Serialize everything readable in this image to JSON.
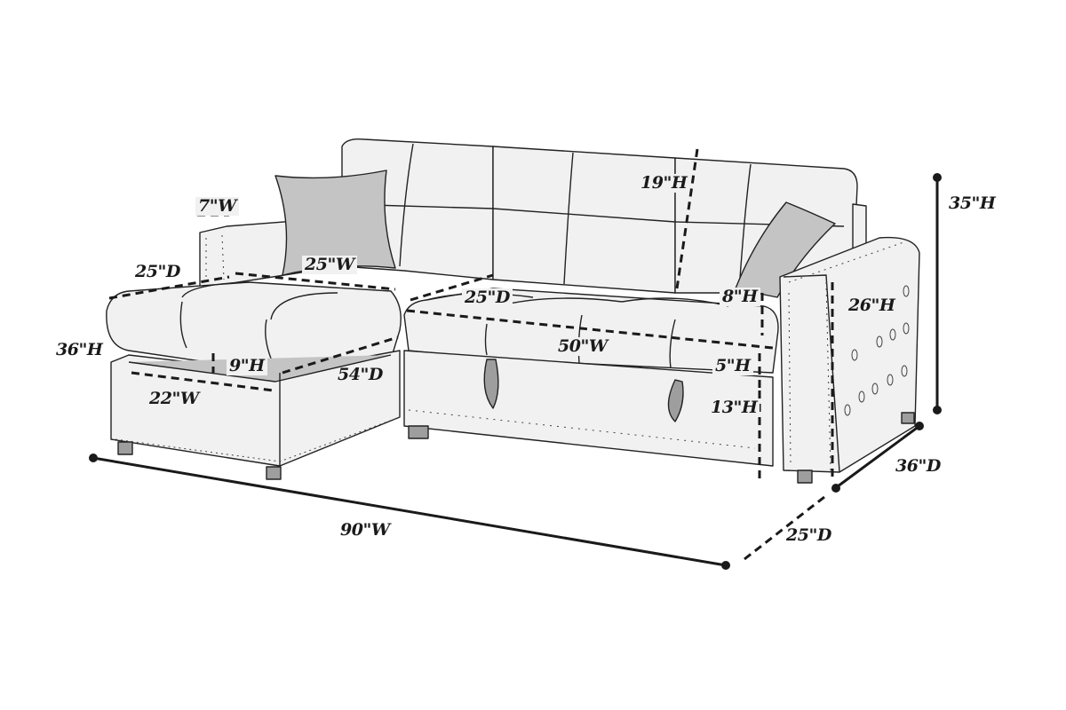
{
  "diagram": {
    "subject": "sectional sofa with storage chaise and pull-out bed",
    "colors": {
      "fill": "#f1f1f1",
      "pillow": "#c4c4c4",
      "line": "#222222",
      "leg": "#9e9e9e"
    },
    "dimensions": {
      "armrest_width": "7\"W",
      "chaise_back_depth": "25\"D",
      "chaise_seat_width": "25\"W",
      "seat_depth": "25\"D",
      "back_height": "19\"H",
      "arm_height_above_seat": "8\"H",
      "arm_height": "26\"H",
      "overall_height": "35\"H",
      "chaise_lid_lift": "36\"H",
      "storage_depth": "9\"H",
      "storage_width": "22\"W",
      "chaise_length": "54\"D",
      "seat_width": "50\"W",
      "cushion_thickness": "5\"H",
      "seat_height": "13\"H",
      "overall_depth": "36\"D",
      "overall_width": "90\"W",
      "sofa_depth": "25\"D"
    }
  }
}
